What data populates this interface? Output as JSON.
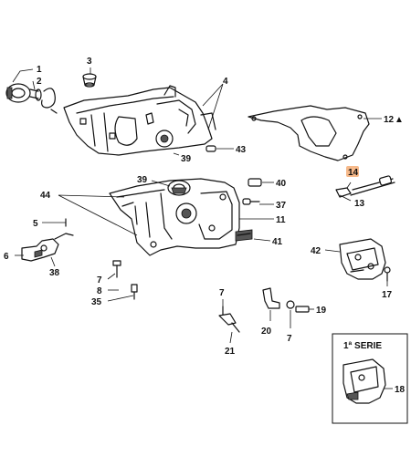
{
  "labels": {
    "l1": "1",
    "l2": "2",
    "l3": "3",
    "l4": "4",
    "l43": "43",
    "l39a": "39",
    "l12": "12",
    "l12_mark": "▲",
    "l39b": "39",
    "l40": "40",
    "l37": "37",
    "l11": "11",
    "l41": "41",
    "l44": "44",
    "l14": "14",
    "l13": "13",
    "l5": "5",
    "l6": "6",
    "l38": "38",
    "l7a": "7",
    "l8": "8",
    "l35": "35",
    "l7b": "7",
    "l21": "21",
    "l20": "20",
    "l7c": "7",
    "l19": "19",
    "l42": "42",
    "l17": "17",
    "serie_title": "1ª SERIE",
    "l18": "18"
  },
  "colors": {
    "line": "#111111",
    "highlight": "#f6b98a",
    "background": "#ffffff"
  }
}
